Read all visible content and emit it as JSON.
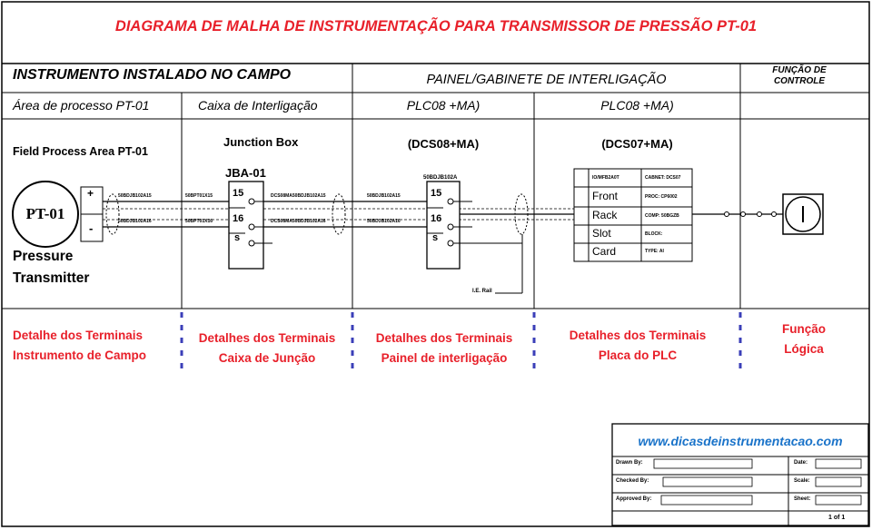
{
  "title": "DIAGRAMA DE MALHA DE INSTRUMENTAÇÃO PARA TRANSMISSOR DE PRESSÃO PT-01",
  "headers": {
    "field": "INSTRUMENTO INSTALADO  NO CAMPO",
    "panel": "PAINEL/GABINETE DE INTERLIGAÇÃO",
    "control": "FUNÇÃO DE CONTROLE"
  },
  "columns": {
    "process": "Área de processo PT-01",
    "junction": "Caixa de Interligação",
    "plc1": "PLC08 +MA)",
    "plc2": "PLC08 +MA)"
  },
  "field": {
    "area": "Field Process Area PT-01",
    "tag": "PT-01",
    "plus": "+",
    "minus": "-",
    "name_1": "Pressure",
    "name_2": "Transmitter"
  },
  "junction_box": {
    "label": "Junction Box",
    "tag": "JBA-01",
    "t1": "15",
    "t2": "16",
    "t3": "s"
  },
  "panel": {
    "label": "(DCS08+MA)",
    "strip": "50BDJB102A",
    "t1": "15",
    "t2": "16",
    "t3": "s",
    "rail": "I.E. Rail"
  },
  "plc_card": {
    "label": "(DCS07+MA)",
    "rows": [
      "Front",
      "Rack",
      "Slot",
      "Card"
    ],
    "head_left": "IO/MFB2A0T",
    "right": [
      "CABNET: DCS07",
      "PROC: CP6002",
      "COMP: 50BGZB",
      "BLOCK:",
      "TYPE: AI"
    ]
  },
  "wires": {
    "field_top": "50BDJB102A15",
    "field_bot": "50BDJB102A16",
    "jb_in_top": "50BPT01X15",
    "jb_in_bot": "50BPT01X16",
    "jb_out_top": "DCS08MA50BDJB102A15",
    "jb_out_bot": "DCS08MA50BDJB102A16",
    "pn_in_top": "50BDJB102A15",
    "pn_in_bot": "50BDJB102A16"
  },
  "details": {
    "d1": [
      "Detalhe dos Terminais",
      "Instrumento de Campo"
    ],
    "d2": [
      "Detalhes dos Terminais",
      "Caixa de Junção"
    ],
    "d3": [
      "Detalhes dos Terminais",
      "Painel de interligação"
    ],
    "d4": [
      "Detalhes dos Terminais",
      "Placa do PLC"
    ],
    "d5": [
      "Função",
      "Lógica"
    ]
  },
  "title_block": {
    "website": "www.dicasdeinstrumentacao.com",
    "drawn_by": "Drawn By:",
    "date": "Date:",
    "checked_by": "Checked By:",
    "scale": "Scale:",
    "approved_by": "Approved By:",
    "sheet": "Sheet:",
    "sheet_value": "1 of 1"
  },
  "colors": {
    "accent_red": "#e8202a",
    "link_blue": "#1a73c9",
    "divider_blue": "#3b3fb8"
  }
}
